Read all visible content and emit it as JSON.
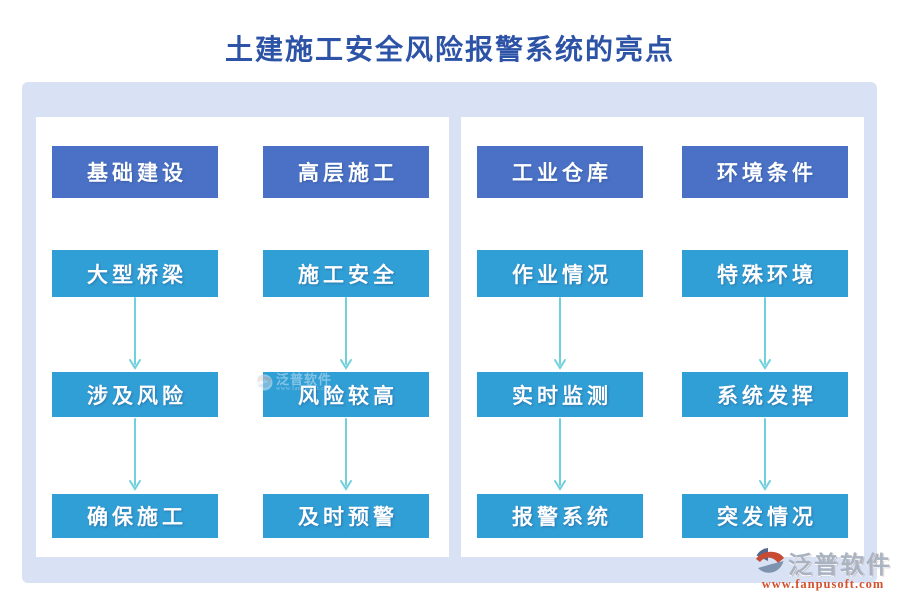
{
  "title": "土建施工安全风险报警系统的亮点",
  "diagram": {
    "panels": [
      {
        "columns": [
          {
            "steps": [
              "基础建设",
              "大型桥梁",
              "涉及风险",
              "确保施工"
            ]
          },
          {
            "steps": [
              "高层施工",
              "施工安全",
              "风险较高",
              "及时预警"
            ]
          }
        ]
      },
      {
        "columns": [
          {
            "steps": [
              "工业仓库",
              "作业情况",
              "实时监测",
              "报警系统"
            ]
          },
          {
            "steps": [
              "环境条件",
              "特殊环境",
              "系统发挥",
              "突发情况"
            ]
          }
        ]
      }
    ]
  },
  "watermark": {
    "text": "泛普软件",
    "subtext": "www.fanpusoft.com"
  },
  "branding": {
    "name": "泛普软件",
    "website": "www.fanpusoft.com"
  },
  "colors": {
    "title": "#2d53a6",
    "primary_box": "#4a71c6",
    "secondary_box": "#309fd5",
    "arrow": "#70d0db",
    "board_background": "#d9e2f4",
    "website_text": "#d4512e",
    "brand_red": "#c94b33",
    "brand_slate": "#56688a",
    "brand_grey_blue": "#7e93ae"
  }
}
